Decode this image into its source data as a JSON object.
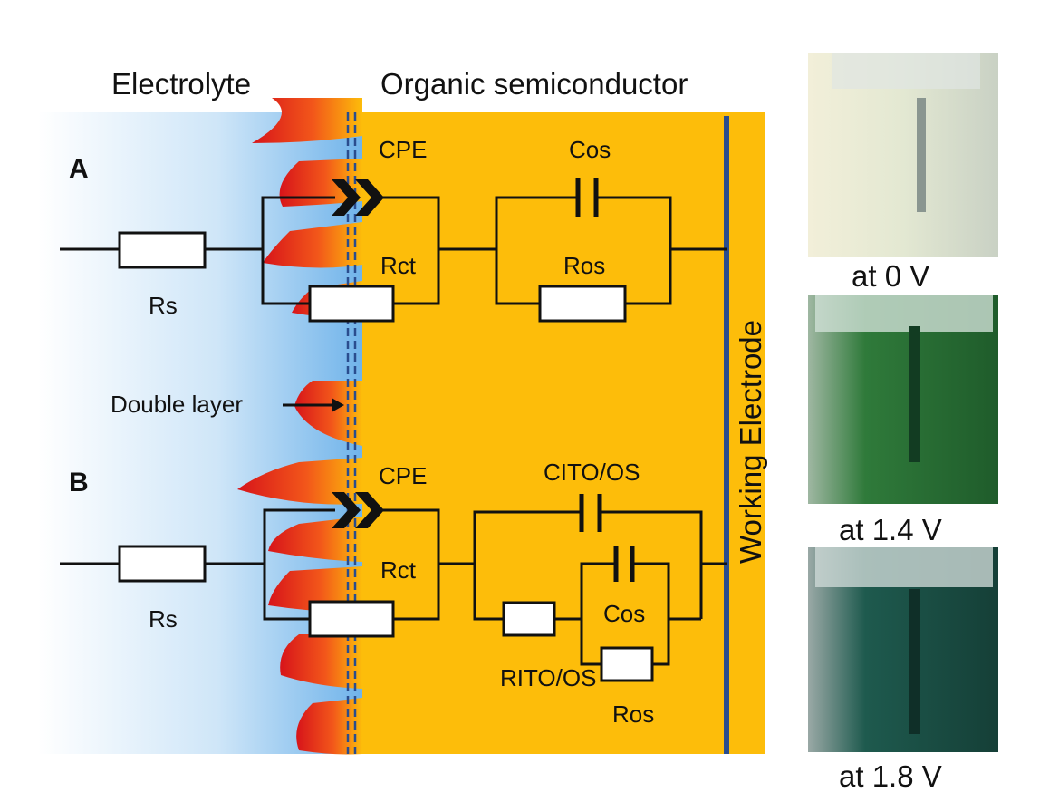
{
  "headers": {
    "electrolyte": "Electrolyte",
    "semiconductor": "Organic semiconductor"
  },
  "electrode_label": "Working Electrode",
  "double_layer_label": "Double layer",
  "colors": {
    "semiconductor": "#fdbd0a",
    "electrolyte": "#8ec6ee",
    "double_layer_fill": "#e8201a",
    "electrode_line": "#2a4d8e"
  },
  "circuit_a": {
    "panel": "A",
    "cpe": "CPE",
    "cos": "Cos",
    "rct": "Rct",
    "ros": "Ros",
    "rs": "Rs"
  },
  "circuit_b": {
    "panel": "B",
    "cpe": "CPE",
    "cito": "CITO/OS",
    "rct": "Rct",
    "cos": "Cos",
    "rito": "RITO/OS",
    "ros": "Ros",
    "rs": "Rs"
  },
  "photos": [
    {
      "caption": "at 0 V",
      "tint": "#e8ecd6"
    },
    {
      "caption": "at 1.4 V",
      "tint": "#2f7a3a"
    },
    {
      "caption": "at 1.8 V",
      "tint": "#1e5a4e"
    }
  ]
}
